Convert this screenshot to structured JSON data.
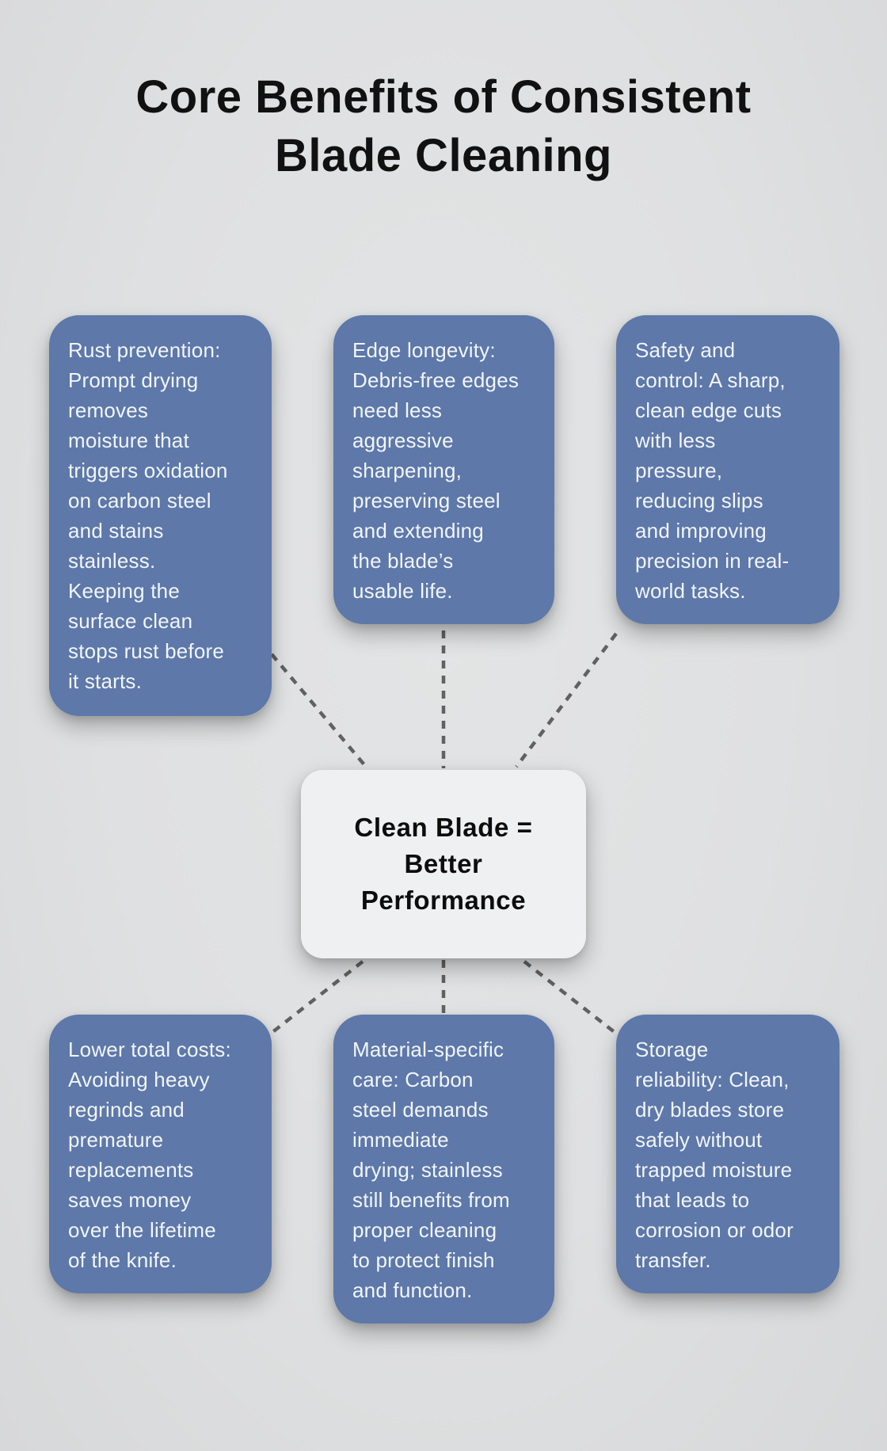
{
  "title": {
    "lines": [
      "Core Benefits of Consistent",
      "Blade Cleaning"
    ]
  },
  "center_node": {
    "lines": [
      "Clean Blade =",
      "Better",
      "Performance"
    ]
  },
  "benefits": [
    {
      "id": "rust-prevention",
      "lines": [
        "Rust prevention:",
        "Prompt drying",
        "removes",
        "moisture that",
        "triggers oxidation",
        "on carbon steel",
        "and stains",
        "stainless.",
        "Keeping the",
        "surface clean",
        "stops rust before",
        "it starts."
      ]
    },
    {
      "id": "edge-longevity",
      "lines": [
        "Edge longevity:",
        "Debris-free edges",
        "need less",
        "aggressive",
        "sharpening,",
        "preserving steel",
        "and extending",
        "the blade’s",
        "usable life."
      ]
    },
    {
      "id": "safety-and-control",
      "lines": [
        "Safety and",
        "control: A sharp,",
        "clean edge cuts",
        "with less",
        "pressure,",
        "reducing slips",
        "and improving",
        "precision in real-",
        "world tasks."
      ]
    },
    {
      "id": "lower-total-costs",
      "lines": [
        "Lower total costs:",
        "Avoiding heavy",
        "regrinds and",
        "premature",
        "replacements",
        "saves money",
        "over the lifetime",
        "of the knife."
      ]
    },
    {
      "id": "material-specific-care",
      "lines": [
        "Material-specific",
        "care: Carbon",
        "steel demands",
        "immediate",
        "drying; stainless",
        "still benefits from",
        "proper cleaning",
        "to protect finish",
        "and function."
      ]
    },
    {
      "id": "storage-reliability",
      "lines": [
        "Storage",
        "reliability: Clean,",
        "dry blades store",
        "safely without",
        "trapped moisture",
        "that leads to",
        "corrosion or odor",
        "transfer."
      ]
    }
  ],
  "colors": {
    "background": "#dfe0e1",
    "card_blue": "#5d78a9",
    "card_text": "#f2f5f9",
    "center_bg": "#eef0f2",
    "center_text": "#0d0d0d",
    "title_text": "#111111",
    "connector": "#616161"
  }
}
